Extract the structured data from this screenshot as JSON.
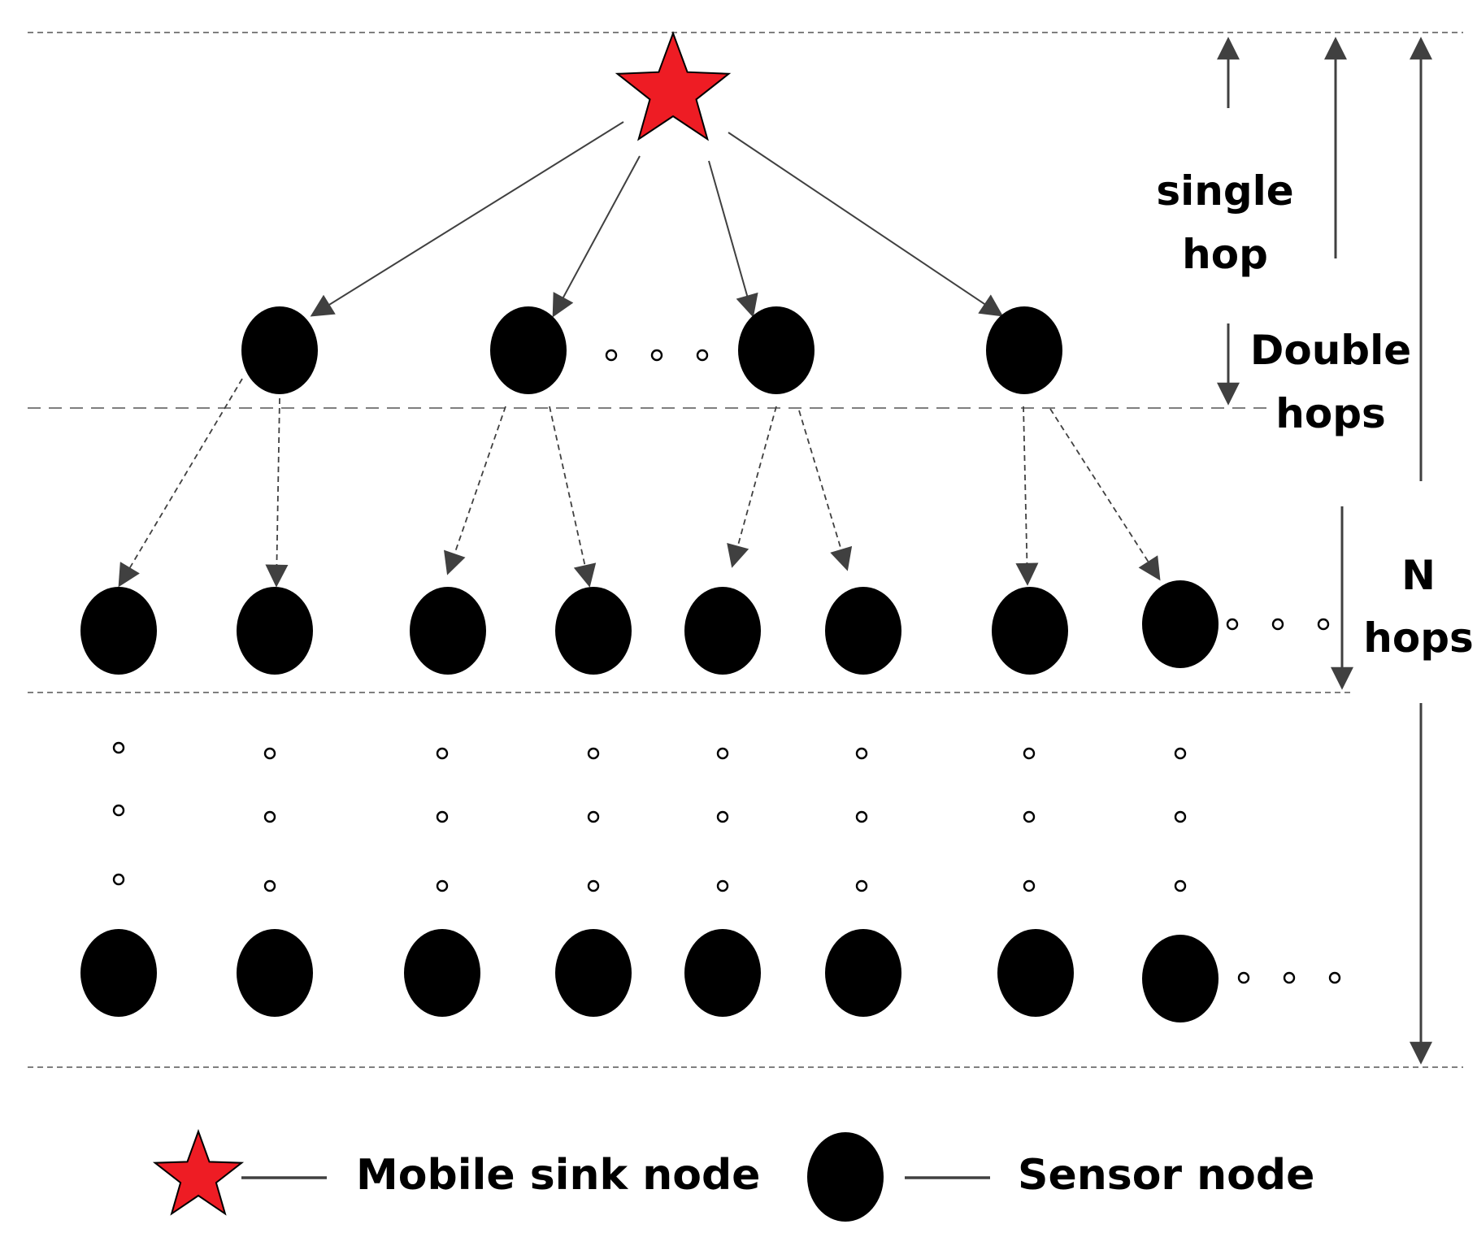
{
  "labels": {
    "single_hop_line1": "single",
    "single_hop_line2": "hop",
    "double_hops_line1": "Double",
    "double_hops_line2": "hops",
    "n_hops_line1": "N",
    "n_hops_line2": "hops"
  },
  "legend": {
    "sink_label": "Mobile sink node",
    "sensor_label": "Sensor node"
  },
  "colors": {
    "sink": "#ee1c24",
    "sensor": "#000000",
    "arrow": "#404040",
    "guide": "#555555"
  },
  "icons": {
    "sink": "star-icon",
    "sensor": "filled-circle-icon",
    "ellipsis": "small-circle-dots"
  }
}
